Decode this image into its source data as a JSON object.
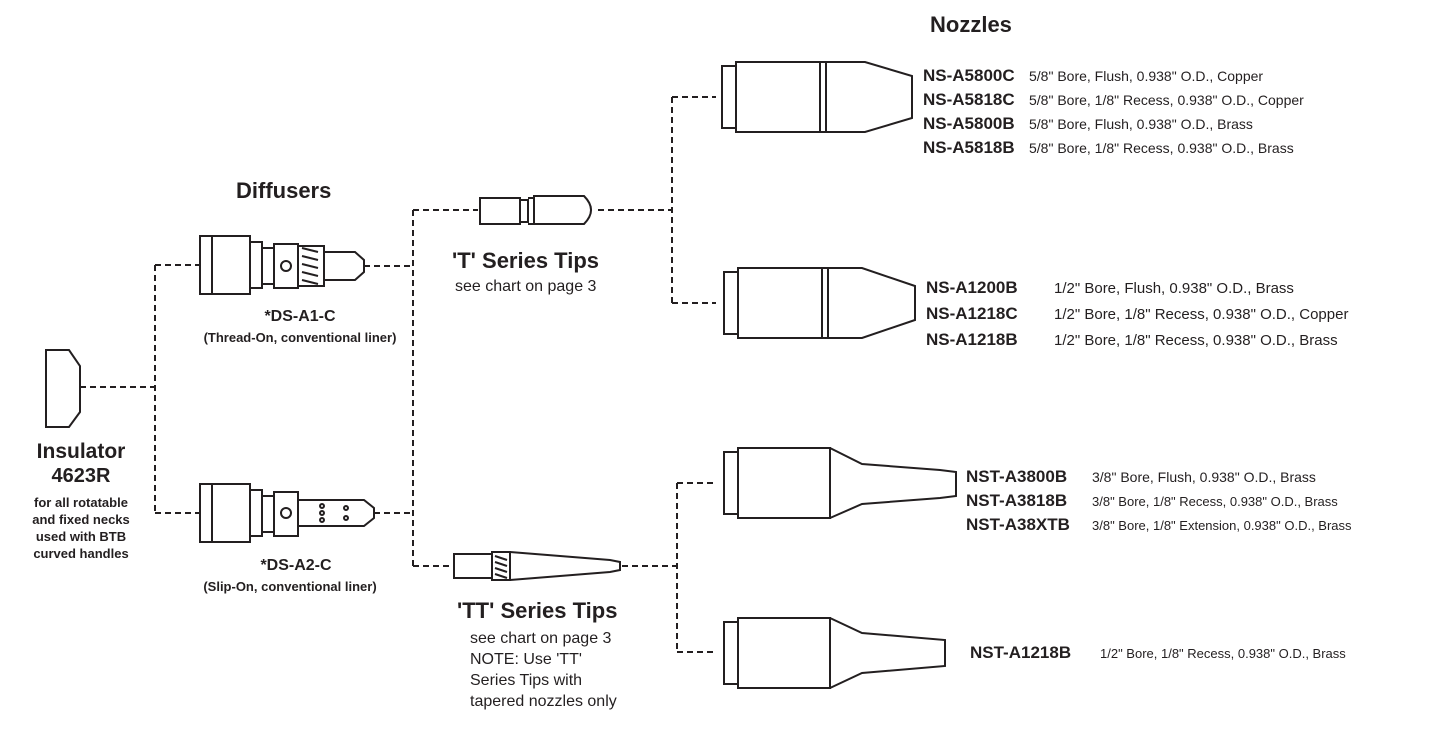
{
  "colors": {
    "ink": "#231f20",
    "background": "#ffffff"
  },
  "headings": {
    "nozzles": "Nozzles",
    "diffusers": "Diffusers"
  },
  "insulator": {
    "label": "Insulator",
    "part": "4623R",
    "note_lines": [
      "for all rotatable",
      "and fixed necks",
      "used with BTB",
      "curved handles"
    ]
  },
  "diffusers": [
    {
      "part": "*DS-A1-C",
      "desc": "(Thread-On, conventional liner)"
    },
    {
      "part": "*DS-A2-C",
      "desc": "(Slip-On, conventional liner)"
    }
  ],
  "t_tips": {
    "title": "'T' Series Tips",
    "note": "see chart on page 3"
  },
  "tt_tips": {
    "title": "'TT' Series Tips",
    "note_lines": [
      "see chart on page 3",
      "NOTE: Use 'TT'",
      "Series Tips with",
      "tapered nozzles only"
    ]
  },
  "nozzle_groups": [
    {
      "items": [
        {
          "part": "NS-A5800C",
          "desc": "5/8\" Bore, Flush, 0.938\" O.D., Copper"
        },
        {
          "part": "NS-A5818C",
          "desc": "5/8\" Bore, 1/8\" Recess, 0.938\" O.D., Copper"
        },
        {
          "part": "NS-A5800B",
          "desc": "5/8\" Bore, Flush, 0.938\" O.D., Brass"
        },
        {
          "part": "NS-A5818B",
          "desc": "5/8\" Bore, 1/8\" Recess, 0.938\" O.D., Brass"
        }
      ]
    },
    {
      "items": [
        {
          "part": "NS-A1200B",
          "desc": "1/2\" Bore, Flush, 0.938\" O.D., Brass"
        },
        {
          "part": "NS-A1218C",
          "desc": "1/2\" Bore, 1/8\" Recess, 0.938\" O.D., Copper"
        },
        {
          "part": "NS-A1218B",
          "desc": "1/2\" Bore, 1/8\" Recess, 0.938\" O.D., Brass"
        }
      ]
    },
    {
      "items": [
        {
          "part": "NST-A3800B",
          "desc": "3/8\" Bore, Flush, 0.938\" O.D., Brass"
        },
        {
          "part": "NST-A3818B",
          "desc": "3/8\" Bore, 1/8\" Recess, 0.938\" O.D., Brass"
        },
        {
          "part": "NST-A38XTB",
          "desc": "3/8\" Bore, 1/8\" Extension, 0.938\" O.D., Brass"
        }
      ]
    },
    {
      "items": [
        {
          "part": "NST-A1218B",
          "desc": "1/2\" Bore, 1/8\" Recess, 0.938\" O.D., Brass"
        }
      ]
    }
  ]
}
